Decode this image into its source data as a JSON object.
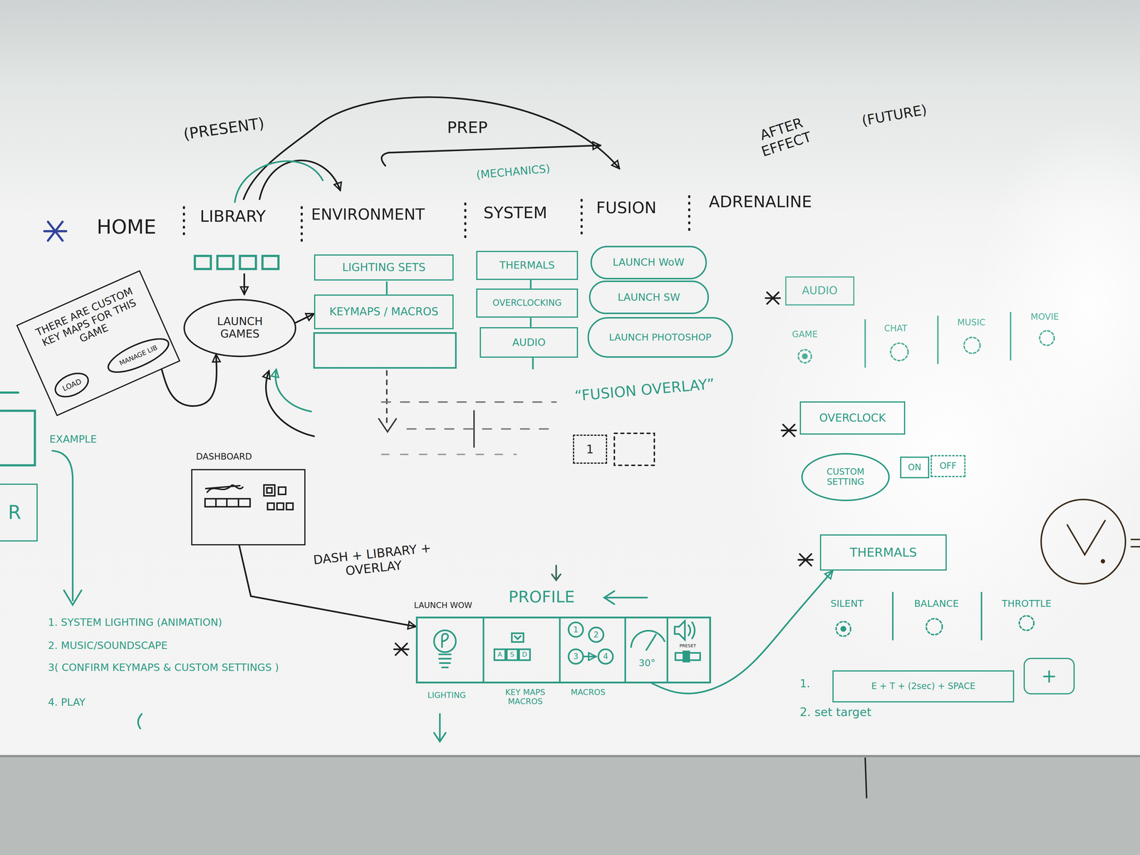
{
  "diagram": {
    "nodes": [
      {
        "text": [
          "LIGHTING SETS"
        ]
      },
      {
        "text": [
          "KEYMAPS / MACROS"
        ]
      },
      {
        "text": [
          "THERMALS"
        ]
      },
      {
        "text": [
          "OVERCLOCKING"
        ]
      },
      {
        "text": [
          "AUDIO"
        ]
      },
      {
        "text": [
          "LAUNCH WoW"
        ]
      },
      {
        "text": [
          "LAUNCH SW"
        ]
      },
      {
        "text": [
          "LAUNCH PHOTOSHOP"
        ]
      },
      {
        "text": [
          "AUDIO"
        ]
      },
      {
        "text": [
          "THERE ARE CUSTOM KEY MAPS FOR THIS GAME"
        ]
      },
      {
        "text": [
          "LOAD"
        ],
        "in": 9
      },
      {
        "text": [
          "MANAGE LIB"
        ],
        "in": 9
      },
      {
        "text": [
          "LAUNCH GAMES"
        ]
      },
      {
        "text": [
          "OVERCLOCK"
        ]
      },
      {
        "text": [
          "CUSTOM SETTING"
        ]
      },
      {
        "text": [
          "ON"
        ]
      },
      {
        "text": [
          "OFF"
        ]
      },
      {
        "text": [
          "1"
        ]
      },
      {
        "text": [
          "R"
        ]
      },
      {
        "text": [
          "DASHBOARD"
        ]
      },
      {
        "text": [
          "THERMALS"
        ]
      },
      {
        "text": [
          "LAUNCH WOW",
          "PROFILE"
        ]
      },
      {
        "text": [
          "E + T + (2sec) + SPACE"
        ]
      },
      {
        "text": [
          "+"
        ]
      }
    ],
    "edges": [
      {
        "from": 12,
        "to": 1,
        "arrow": "to"
      },
      {
        "from": 9,
        "to": 12,
        "arrow": "to"
      },
      {
        "from": 19,
        "to": 21,
        "arrow": "to",
        "label": "DASH + LIBRARY + OVERLAY"
      },
      {
        "from": 21,
        "to": 20,
        "arrow": "to"
      }
    ],
    "labels": [
      "(PRESENT)",
      "PREP",
      "AFTER EFFECT",
      "(FUTURE)",
      "(MECHANICS)",
      "HOME",
      "LIBRARY",
      "ENVIRONMENT",
      "SYSTEM",
      "FUSION",
      "ADRENALINE",
      "“FUSION OVERLAY”",
      "GAME",
      "CHAT",
      "MUSIC",
      "MOVIE",
      "EXAMPLE",
      "SILENT",
      "BALANCE",
      "THROTTLE",
      "1. SYSTEM LIGHTING (ANIMATION)",
      "2. MUSIC/SOUNDSCAPE",
      "3( CONFIRM KEYMAPS & CUSTOM SETTINGS )",
      "4. PLAY",
      "A",
      "S",
      "D",
      "1",
      "2",
      "3",
      "4",
      "30°",
      "PRESET",
      "LIGHTING",
      "KEY MAPS MACROS",
      "MACROS",
      "1.",
      "2. set target"
    ]
  }
}
